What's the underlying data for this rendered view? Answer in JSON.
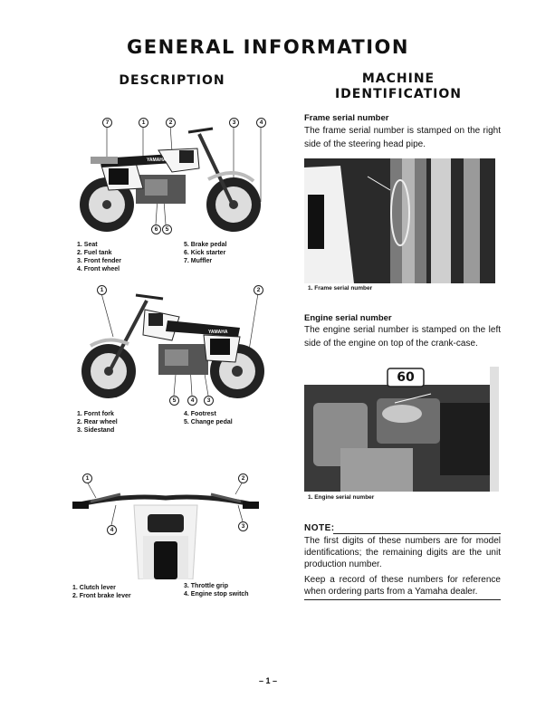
{
  "title": "GENERAL INFORMATION",
  "description": {
    "heading": "DESCRIPTION",
    "figure1": {
      "callouts": [
        "7",
        "1",
        "2",
        "3",
        "4",
        "6",
        "5"
      ],
      "legend_left": [
        "1. Seat",
        "2. Fuel tank",
        "3. Front fender",
        "4. Front wheel"
      ],
      "legend_right": [
        "5. Brake pedal",
        "6. Kick starter",
        "7. Muffler"
      ],
      "tank_text": "YAMAHA"
    },
    "figure2": {
      "callouts": [
        "1",
        "2",
        "5",
        "4",
        "3"
      ],
      "legend_left": [
        "1. Fornt fork",
        "2. Rear wheel",
        "3. Sidestand"
      ],
      "legend_right": [
        "4. Footrest",
        "5. Change pedal"
      ],
      "tank_text": "YAMAHA"
    },
    "figure3": {
      "callouts": [
        "1",
        "2",
        "4",
        "3"
      ],
      "legend_left": [
        "1. Clutch lever",
        "2. Front brake lever"
      ],
      "legend_right": [
        "3. Throttle grip",
        "4. Engine stop switch"
      ]
    }
  },
  "machine_id": {
    "heading_line1": "MACHINE",
    "heading_line2": "IDENTIFICATION",
    "frame": {
      "subheading": "Frame serial number",
      "text": "The frame serial number is stamped on the right side of the steering head pipe.",
      "caption": "1. Frame serial number"
    },
    "engine": {
      "subheading": "Engine serial number",
      "text": "The engine serial number is stamped on the left side of the engine on top of the crank-case.",
      "caption": "1. Engine serial number",
      "badge": "60"
    },
    "note": {
      "label": "NOTE:",
      "text1": "The first digits of these numbers are for model identifications; the remaining digits are the unit production number.",
      "text2": "Keep a record of these numbers for reference when ordering parts from a Yamaha dealer."
    }
  },
  "page_number": "– 1 –"
}
